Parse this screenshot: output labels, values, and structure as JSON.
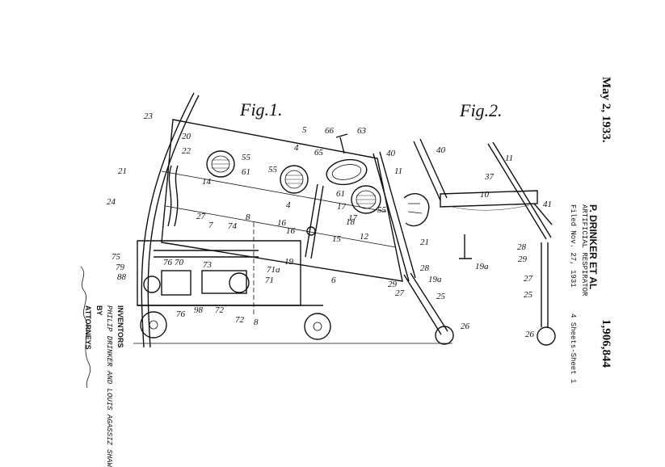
{
  "header": {
    "date": "May 2, 1933.",
    "inventor": "P. DRINKER ET AL",
    "title": "ARTIFICIAL RESPIRATOR",
    "filed": "Filed Nov. 27, 1931",
    "patent_number": "1,906,844",
    "sheets": "4 Sheets-Sheet 1"
  },
  "figures": {
    "fig1_label": "Fig.1.",
    "fig2_label": "Fig.2."
  },
  "signature_block": {
    "inventors_label": "INVENTORS",
    "names": "PHILIP DRINKER AND LOUIS AGASSIZ SHAW",
    "by": "BY",
    "attorneys_label": "ATTORNEYS"
  },
  "reference_numerals": {
    "n23": "23",
    "n20": "20",
    "n22": "22",
    "n21": "21",
    "n24": "24",
    "n27": "27",
    "n5": "5",
    "n4a": "4",
    "n55a": "55",
    "n61a": "61",
    "n14": "14",
    "n55b": "55",
    "n66": "66",
    "n63": "63",
    "n65": "65",
    "n61b": "61",
    "n55c": "55",
    "n17a": "17",
    "n16a": "16",
    "n18": "18",
    "n4b": "4",
    "n16b": "16",
    "n15": "15",
    "n12": "12",
    "n19": "19",
    "n11a": "11",
    "n40a": "40",
    "n7": "7",
    "n74a": "74",
    "n8a": "8",
    "n75": "75",
    "n76a": "76",
    "n70": "70",
    "n73": "73",
    "n79": "79",
    "n88": "88",
    "n71a": "71a",
    "n71": "71",
    "n6": "6",
    "n98": "98",
    "n72a": "72",
    "n72b": "72",
    "n8b": "8",
    "n76b": "76",
    "n28a": "28",
    "n29a": "29",
    "n19a1": "19a",
    "n27b": "27",
    "n25a": "25",
    "n26a": "26",
    "n19a2": "19a",
    "n40b": "40",
    "n11b": "11",
    "n37": "37",
    "n10": "10",
    "n41": "41",
    "n28b": "28",
    "n29b": "29",
    "n27c": "27",
    "n25b": "25",
    "n26b": "26",
    "n17b": "17",
    "n21b": "21"
  }
}
